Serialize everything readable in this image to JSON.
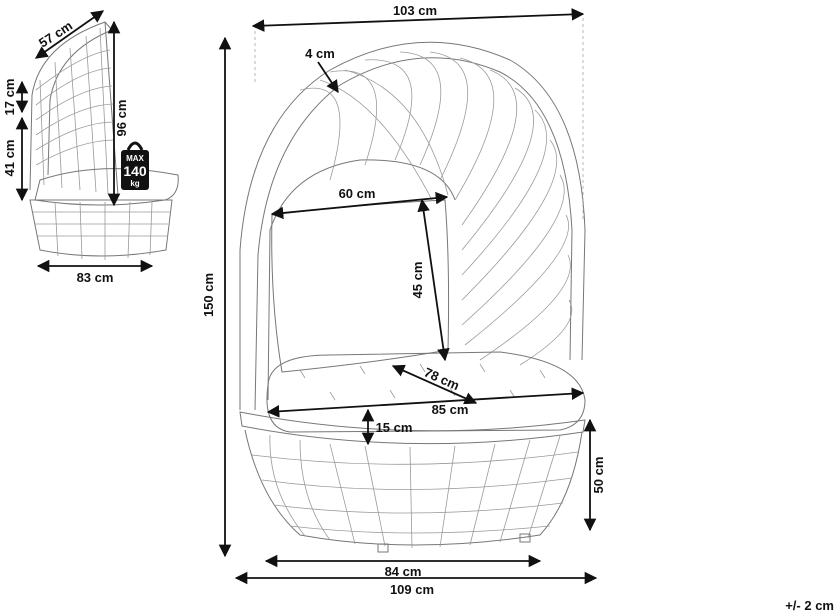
{
  "dimensions": {
    "side_depth": "57 cm",
    "side_canopy": "17 cm",
    "side_total_height": "96 cm",
    "side_seat_height": "41 cm",
    "side_base_width": "83 cm",
    "top_width": "103 cm",
    "canopy_thickness": "4 cm",
    "overall_height": "150 cm",
    "cushion_back_width": "60 cm",
    "cushion_back_height": "45 cm",
    "seat_diagonal": "78 cm",
    "seat_width": "85 cm",
    "cushion_thickness": "15 cm",
    "base_height": "50 cm",
    "base_inner_width": "84 cm",
    "base_outer_width": "109 cm"
  },
  "weight_badge": {
    "max_label": "MAX",
    "value": "140",
    "unit": "kg"
  },
  "tolerance": "+/- 2 cm"
}
